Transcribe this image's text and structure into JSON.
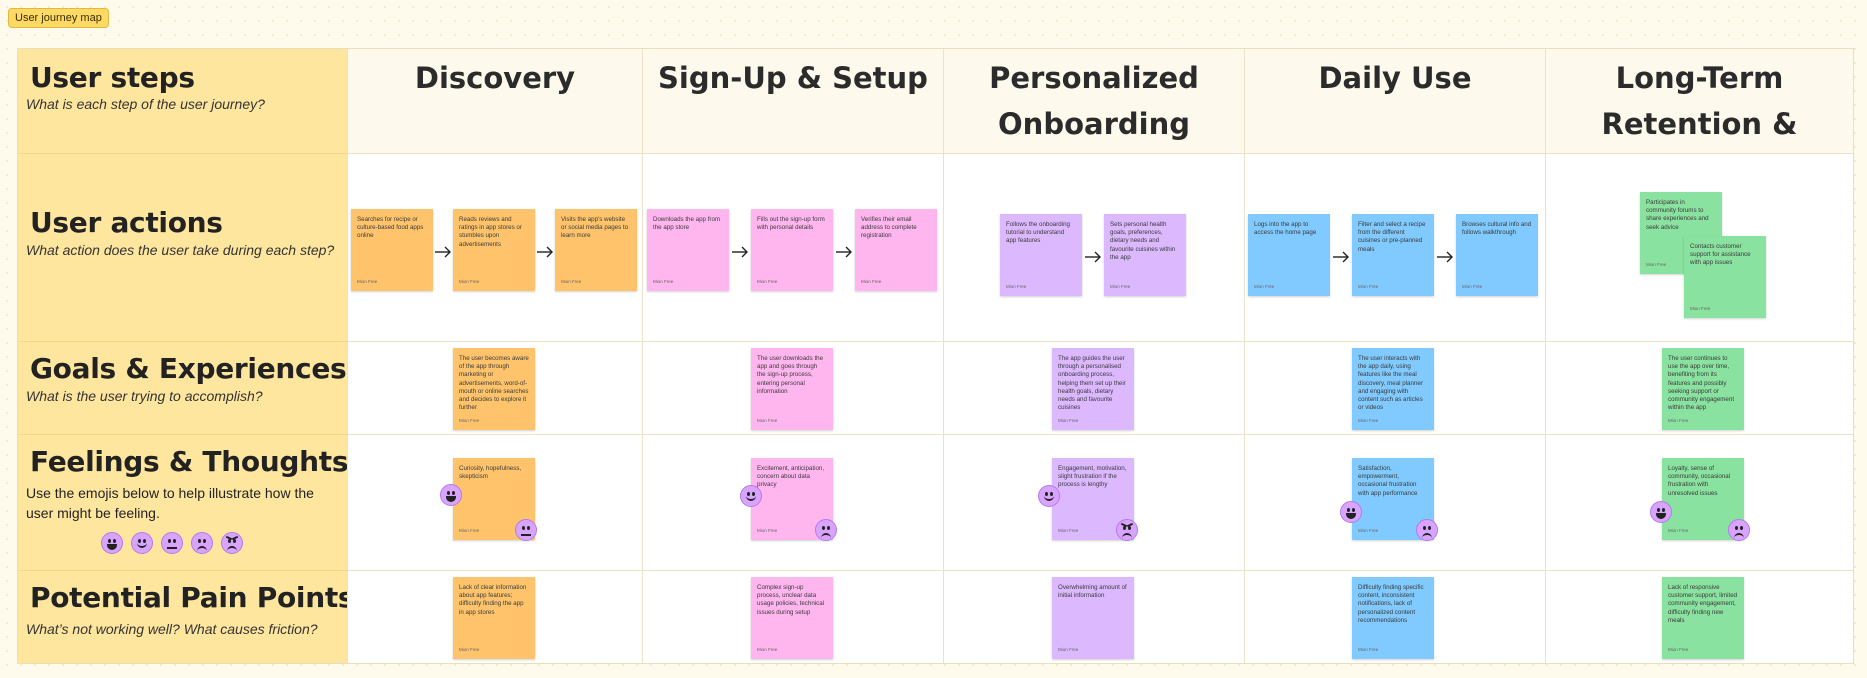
{
  "board_tag": "User journey map",
  "author_label": "Mion Free",
  "rows": {
    "steps": {
      "title": "User steps",
      "subtitle": "What is each step of the user journey?"
    },
    "actions": {
      "title": "User actions",
      "subtitle": "What action does the user take during each step?"
    },
    "goals": {
      "title": "Goals & Experiences",
      "subtitle": "What is the user trying to accomplish?"
    },
    "feelings": {
      "title": "Feelings & Thoughts",
      "description": "Use the emojis below to help illustrate how the user might be feeling."
    },
    "pain": {
      "title": "Potential Pain Points",
      "subtitle": "What’s not working well? What causes friction?"
    }
  },
  "columns": [
    {
      "title_line1": "Discovery",
      "title_line2": ""
    },
    {
      "title_line1": "Sign-Up & Setup",
      "title_line2": ""
    },
    {
      "title_line1": "Personalized",
      "title_line2": "Onboarding"
    },
    {
      "title_line1": "Daily Use",
      "title_line2": ""
    },
    {
      "title_line1": "Long-Term",
      "title_line2": "Retention & Support"
    }
  ],
  "actions": {
    "discovery": [
      "Searches for recipe or culture-based food apps online",
      "Reads reviews and ratings in app stores or stumbles upon advertisements",
      "Visits the app's website or social media pages to learn more"
    ],
    "signup": [
      "Downloads the app from the app store",
      "Fills out the sign-up form with personal details",
      "Verifies their email address to complete registration"
    ],
    "onboarding": [
      "Follows the onboarding tutorial to understand app features",
      "Sets personal health goals, preferences, dietary needs and favourite cuisines within the app"
    ],
    "daily": [
      "Logs into the app to access the home page",
      "Filter and select a recipe from the different cuisines or pre-planned meals",
      "Browses cultural info and follows walkthrough"
    ],
    "retention": [
      "Participates in community forums to share experiences and seek advice",
      "Contacts customer support for assistance with app issues"
    ]
  },
  "goals": [
    "The user becomes aware of the app through marketing or advertisements, word-of-mouth or online searches and decides to explore it further",
    "The user downloads the app and goes through the sign-up process, entering personal information",
    "The app guides the user through a personalised onboarding process, helping them set up their health goals, dietary needs and favourite cuisines",
    "The user interacts with the app daily, using features like the meal discovery, meal planner and engaging with content such as articles or videos",
    "The user continues to use the app over time, benefiting from its features and possibly seeking support or community engagement within the app"
  ],
  "feelings": [
    "Curiosity, hopefulness, skepticism",
    "Excitement, anticipation, concern about data privacy",
    "Engagement, motivation, slight frustration if the process is lengthy",
    "Satisfaction, empowerment, occasional frustration with app performance",
    "Loyalty, sense of community, occasional frustration with unresolved issues"
  ],
  "pain_points": [
    "Lack of clear information about app features; difficulty finding the app in app stores",
    "Complex sign-up process, unclear data usage policies, technical issues during setup",
    "Overwhelming amount of initial information",
    "Difficulty finding specific content, inconsistent notifications, lack of personalized content recommendations",
    "Lack of responsive customer support, limited community engagement, difficulty finding new meals"
  ],
  "emoji_palette": [
    "grinning-face",
    "smiling-face",
    "neutral-face",
    "frowning-face",
    "angry-face"
  ],
  "colors": {
    "orange": "#ffc46b",
    "pink": "#ffb6ef",
    "purple": "#dcb8ff",
    "blue": "#80caff",
    "green": "#8ae2a0",
    "row_header": "#ffe69e"
  }
}
